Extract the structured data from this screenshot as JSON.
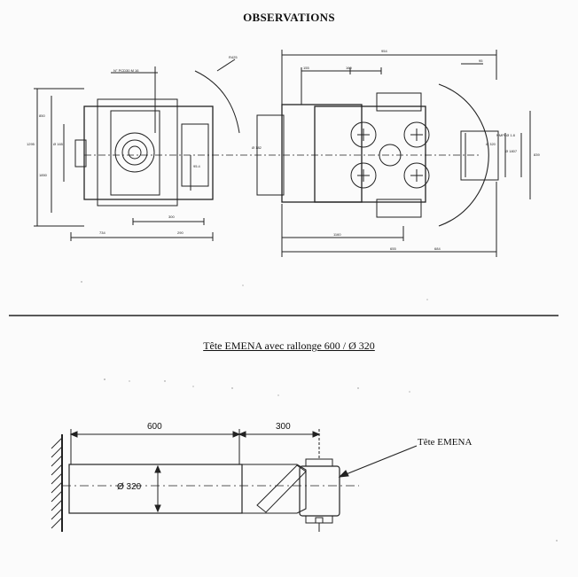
{
  "header": {
    "title": "OBSERVATIONS"
  },
  "technical_drawing": {
    "dimensions": [
      "R425",
      "954",
      "155",
      "160",
      "95",
      "N° PCD30 M 16",
      "850",
      "1295",
      "1850",
      "Ø 165",
      "95.4",
      "300",
      "734",
      "290",
      "Ø 182",
      "Ø 320",
      "1160",
      "655",
      "684",
      "NMPI Ø 1.8",
      "Ø 1807",
      "839"
    ]
  },
  "extension_diagram": {
    "title": "Tête EMENA avec rallonge 600 / Ø 320",
    "dim_length_1": "600",
    "dim_length_2": "300",
    "dim_diameter": "Ø 320",
    "head_label": "Tête EMENA"
  }
}
